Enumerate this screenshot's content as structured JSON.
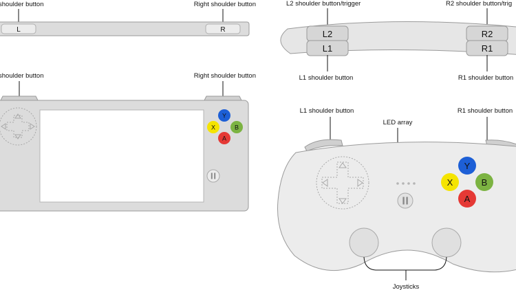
{
  "colors": {
    "body_fill": "#dcdcdc",
    "body_stroke": "#9a9a9a",
    "body_light": "#ececec",
    "screen": "#ffffff",
    "y_button": "#1d5fd6",
    "b_button": "#7cb342",
    "a_button": "#e53935",
    "x_button": "#f5e400",
    "leader": "#111111"
  },
  "standard_top": {
    "left_label": "shoulder button",
    "right_label": "Right shoulder button",
    "left_button": "L",
    "right_button": "R"
  },
  "standard_front": {
    "left_label": "shoulder button",
    "right_label": "Right shoulder button",
    "buttons": {
      "y": "Y",
      "x": "X",
      "b": "B",
      "a": "A"
    },
    "pause_icon": "pause-icon",
    "dpad_icon": "dpad-icon"
  },
  "extended_top": {
    "l2_label": "L2 shoulder button/trigger",
    "r2_label": "R2 shoulder button/trig",
    "l1_label": "L1 shoulder button",
    "r1_label": "R1 shoulder button",
    "l2_button": "L2",
    "l1_button": "L1",
    "r2_button": "R2",
    "r1_button": "R1"
  },
  "extended_front": {
    "l1_label": "L1 shoulder button",
    "r1_label": "R1 shoulder button",
    "led_label": "LED array",
    "joysticks_label": "Joysticks",
    "buttons": {
      "y": "Y",
      "x": "X",
      "b": "B",
      "a": "A"
    },
    "pause_icon": "pause-icon",
    "dpad_icon": "dpad-icon"
  }
}
